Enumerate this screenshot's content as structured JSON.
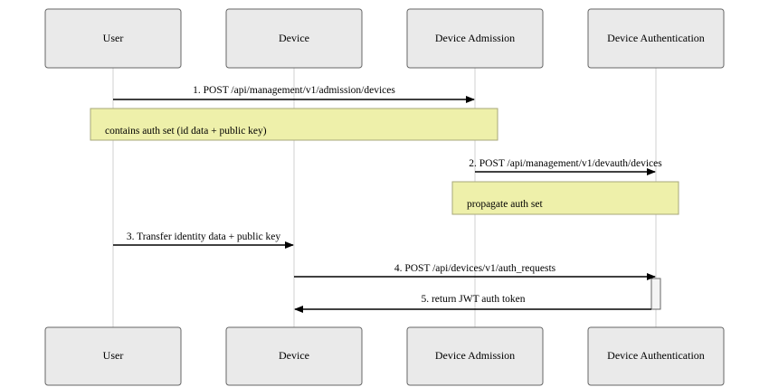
{
  "actors": [
    {
      "name": "User"
    },
    {
      "name": "Device"
    },
    {
      "name": "Device Admission"
    },
    {
      "name": "Device Authentication"
    }
  ],
  "messages": [
    {
      "label": "1. POST /api/management/v1/admission/devices",
      "from": "User",
      "to": "Device Admission"
    },
    {
      "label": "2. POST /api/management/v1/devauth/devices",
      "from": "Device Admission",
      "to": "Device Authentication"
    },
    {
      "label": "3. Transfer identity data + public key",
      "from": "User",
      "to": "Device"
    },
    {
      "label": "4. POST /api/devices/v1/auth_requests",
      "from": "Device",
      "to": "Device Authentication"
    },
    {
      "label": "5. return JWT auth token",
      "from": "Device Authentication",
      "to": "Device"
    }
  ],
  "notes": [
    {
      "text": "contains auth set (id data + public key)"
    },
    {
      "text": "propagate auth set"
    }
  ],
  "colors": {
    "actor_fill": "#eaeaea",
    "actor_stroke": "#666666",
    "note_fill": "#eef0aa",
    "lifeline": "#d9d9d9"
  }
}
